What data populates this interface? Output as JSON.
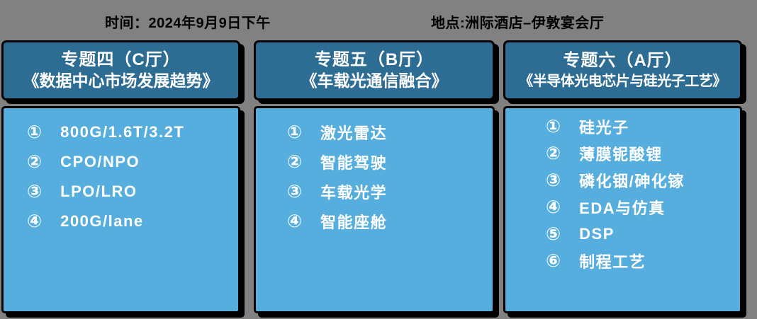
{
  "colors": {
    "page_bg": "#818181",
    "panel_header_bg": "#2D6C93",
    "panel_body_bg": "#55AEDE",
    "panel_border": "#000000",
    "panel_text": "#FFFFFF",
    "top_text": "#000000"
  },
  "header": {
    "time": "时间：2024年9月9日下午",
    "location": "地点:洲际酒店–伊敦宴会厅"
  },
  "panels": [
    {
      "title_line1": "专题四（C厅）",
      "title_line2": "《数据中心市场发展趋势》",
      "items": [
        {
          "num": "①",
          "label": "800G/1.6T/3.2T"
        },
        {
          "num": "②",
          "label": "CPO/NPO"
        },
        {
          "num": "③",
          "label": "LPO/LRO"
        },
        {
          "num": "④",
          "label": "200G/lane"
        }
      ]
    },
    {
      "title_line1": "专题五（B厅）",
      "title_line2": "《车载光通信融合》",
      "items": [
        {
          "num": "①",
          "label": "激光雷达"
        },
        {
          "num": "②",
          "label": "智能驾驶"
        },
        {
          "num": "③",
          "label": "车载光学"
        },
        {
          "num": "④",
          "label": "智能座舱"
        }
      ]
    },
    {
      "title_line1": "专题六（A厅）",
      "title_line2": "《半导体光电芯片与硅光子工艺》",
      "items": [
        {
          "num": "①",
          "label": "硅光子"
        },
        {
          "num": "②",
          "label": "薄膜铌酸锂"
        },
        {
          "num": "③",
          "label": "磷化铟/砷化镓"
        },
        {
          "num": "④",
          "label": "EDA与仿真"
        },
        {
          "num": "⑤",
          "label": "DSP"
        },
        {
          "num": "⑥",
          "label": "制程工艺"
        }
      ]
    }
  ]
}
